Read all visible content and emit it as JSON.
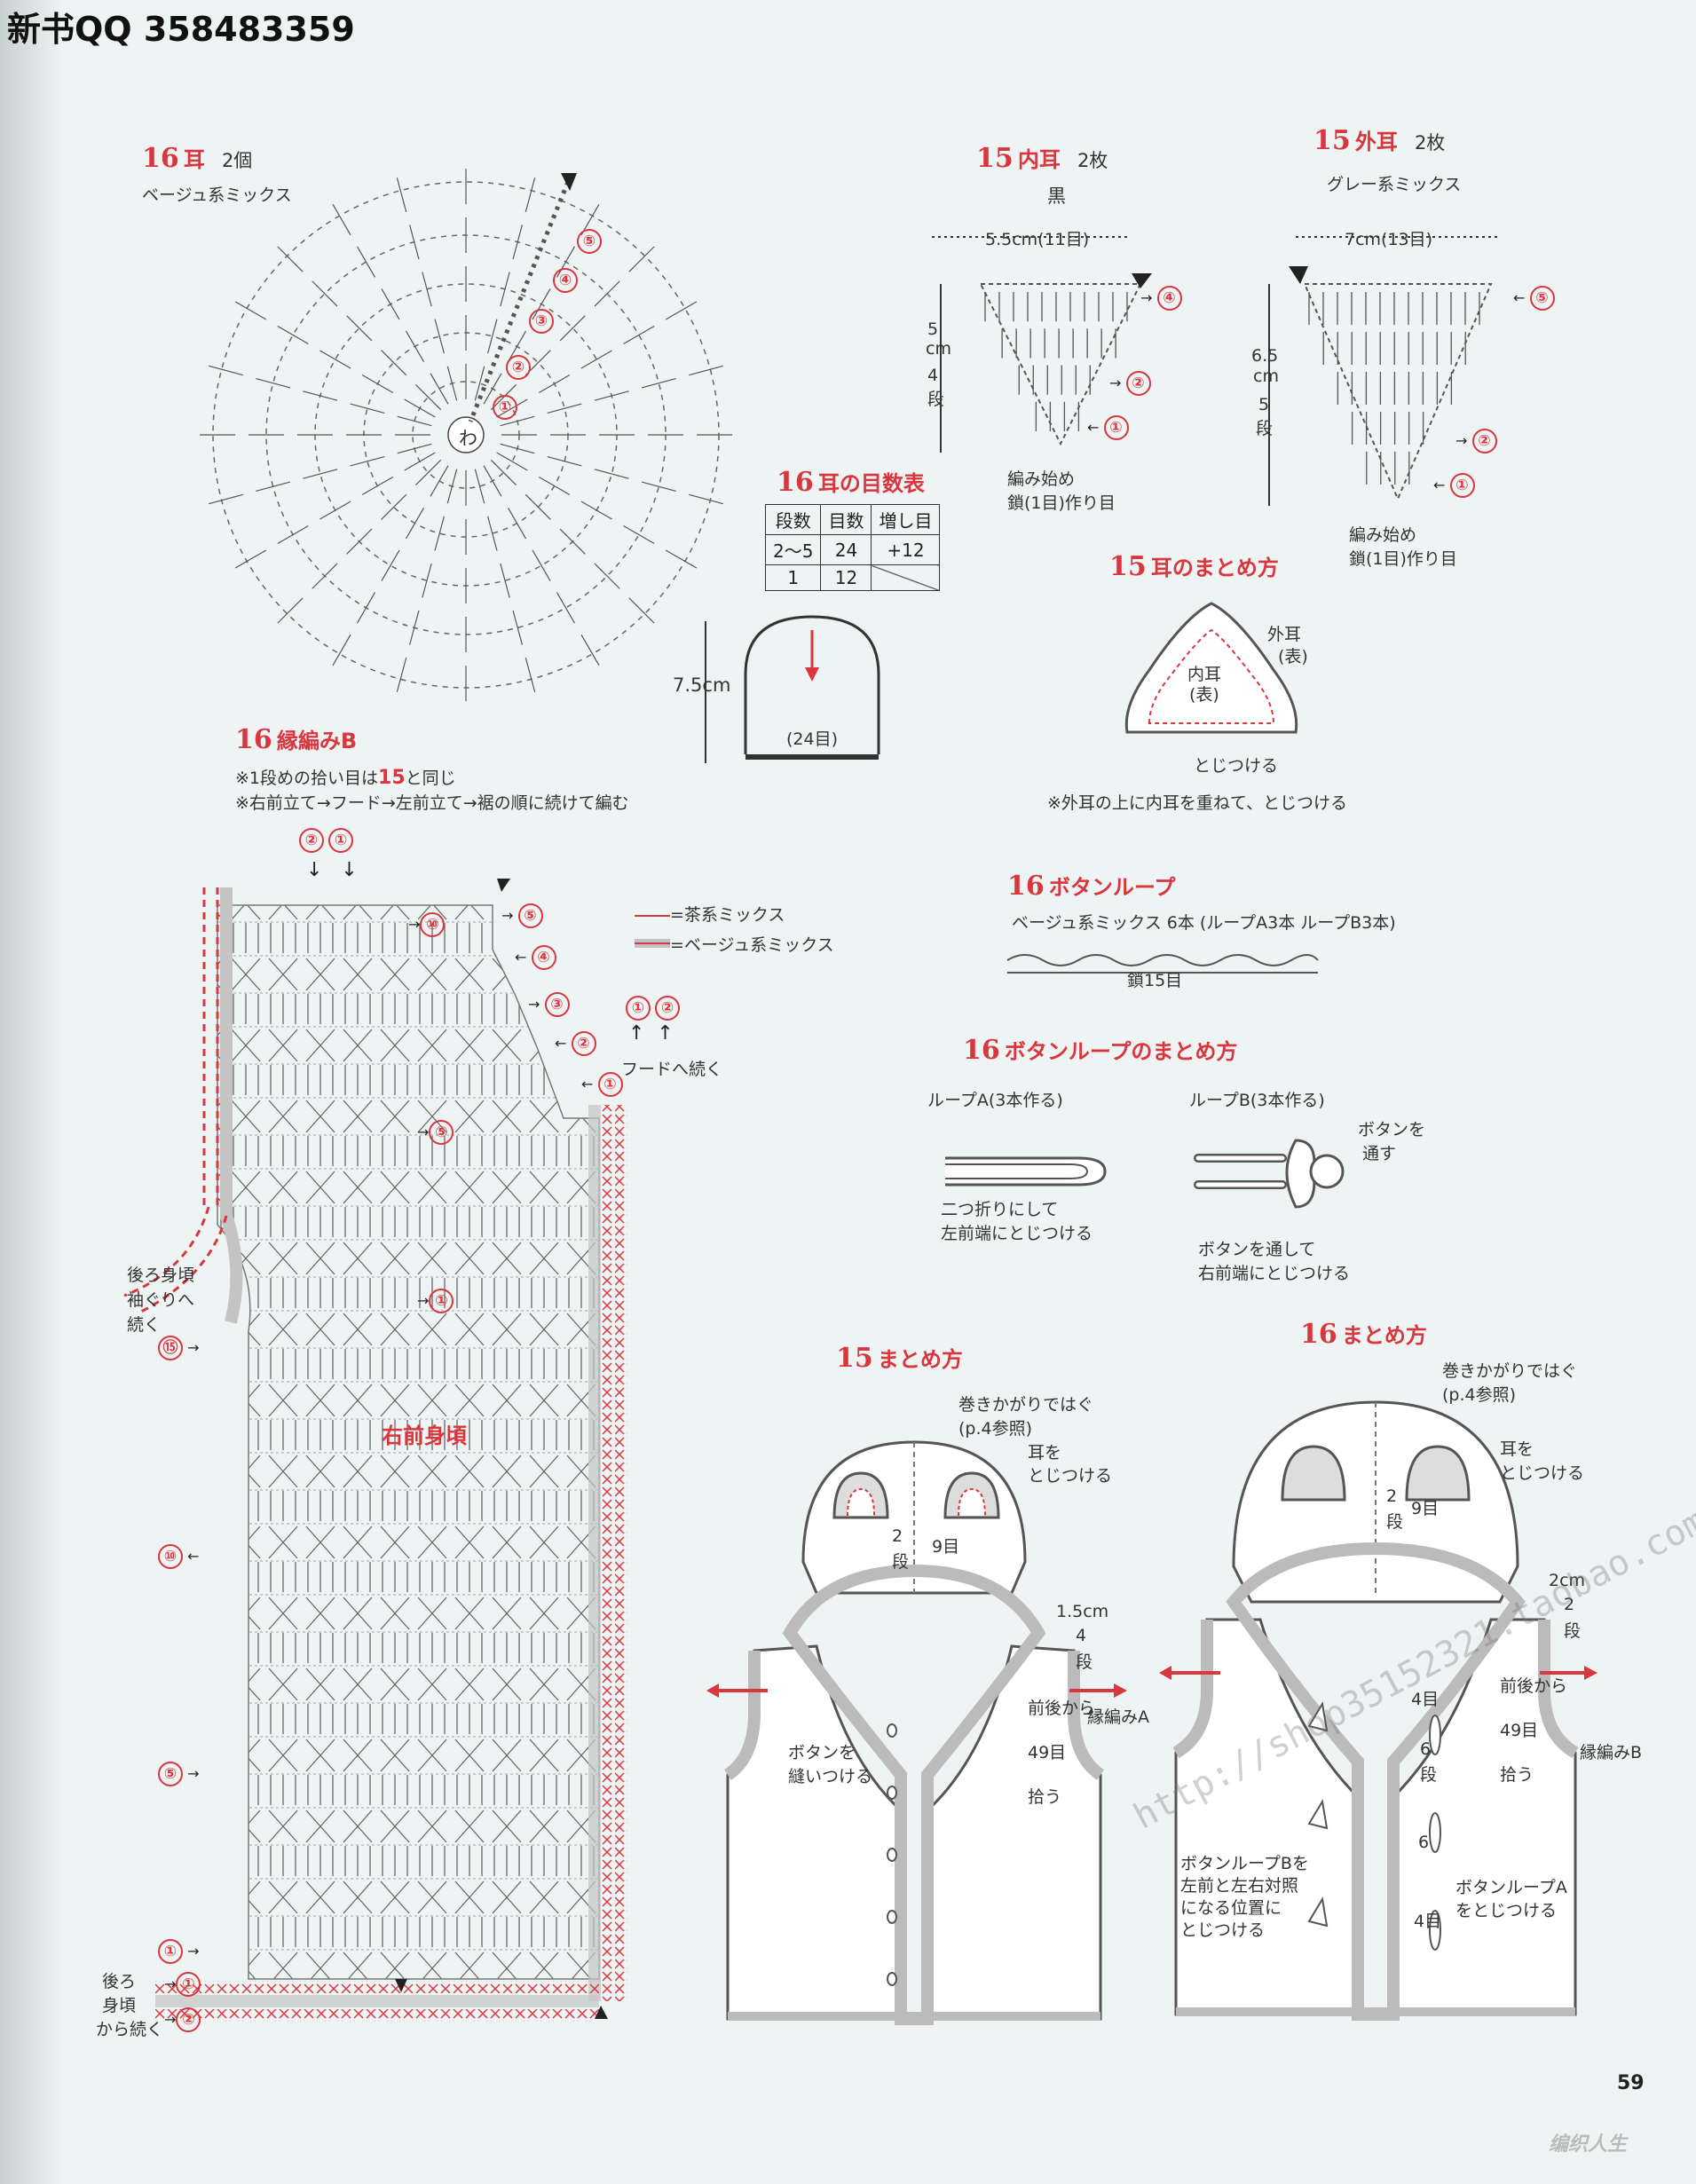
{
  "header": {
    "qq": "新书QQ 358483359"
  },
  "page_number": "59",
  "watermark": {
    "shop": "http://shop35152321.taobao.com",
    "logo": "编织人生"
  },
  "ear16": {
    "num": "16",
    "title": "耳",
    "count": "2個",
    "yarn": "ベージュ系ミックス",
    "center": "わ",
    "rows": [
      "①",
      "②",
      "③",
      "④",
      "⑤"
    ]
  },
  "ear_table": {
    "num": "16",
    "title": "耳の目数表",
    "headers": [
      "段数",
      "目数",
      "増し目"
    ],
    "rows": [
      [
        "2〜5",
        "24",
        "+12"
      ],
      [
        "1",
        "12",
        ""
      ]
    ]
  },
  "ear_shape16": {
    "height": "7.5cm",
    "width": "(24目)"
  },
  "inner15": {
    "num": "15",
    "title": "内耳",
    "count": "2枚",
    "yarn": "黒",
    "width": "5.5cm(11目)",
    "height_cm": "5",
    "height_unit": "cm",
    "height_rows": "4",
    "height_label": "段",
    "start_1": "編み始め",
    "start_2": "鎖(1目)作り目",
    "rows": [
      "①",
      "②",
      "④"
    ]
  },
  "outer15": {
    "num": "15",
    "title": "外耳",
    "count": "2枚",
    "yarn": "グレー系ミックス",
    "width": "7cm(13目)",
    "height_cm": "6.5",
    "height_unit": "cm",
    "height_rows": "5",
    "height_label": "段",
    "start_1": "編み始め",
    "start_2": "鎖(1目)作り目",
    "rows": [
      "①",
      "②",
      "⑤"
    ]
  },
  "ear_assembly15": {
    "num": "15",
    "title": "耳のまとめ方",
    "outer_1": "外耳",
    "outer_2": "(表)",
    "inner_1": "内耳",
    "inner_2": "(表)",
    "attach": "とじつける",
    "note": "※外耳の上に内耳を重ねて、とじつける"
  },
  "edging16": {
    "num": "16",
    "title": "縁編みB",
    "note1_pre": "※1段めの拾い目は",
    "note1_num": "15",
    "note1_post": "と同じ",
    "note2": "※右前立て→フード→左前立て→裾の順に続けて編む",
    "legend_brown": "=茶系ミックス",
    "legend_beige": "=ベージュ系ミックス",
    "label_body": "右前身頃",
    "label_hood": "フードへ続く",
    "label_back_armhole_1": "後ろ身頃",
    "label_back_armhole_2": "袖ぐりへ",
    "label_back_armhole_3": "続く",
    "label_back_1": "後ろ",
    "label_back_2": "身頃",
    "label_back_3": "から続く",
    "marks": {
      "m1": "①",
      "m2": "②",
      "m3": "③",
      "m4": "④",
      "m5": "⑤",
      "m10": "⑩",
      "m15": "⑮"
    }
  },
  "button_loop16": {
    "num": "16",
    "title": "ボタンループ",
    "desc": "ベージュ系ミックス 6本 (ループA3本 ループB3本)",
    "chain": "鎖15目"
  },
  "loop_assembly16": {
    "num": "16",
    "title": "ボタンループのまとめ方",
    "loopA": "ループA(3本作る)",
    "loopB": "ループB(3本作る)",
    "a_note_1": "二つ折りにして",
    "a_note_2": "左前端にとじつける",
    "b_pass_1": "ボタンを",
    "b_pass_2": "通す",
    "b_note_1": "ボタンを通して",
    "b_note_2": "右前端にとじつける"
  },
  "assembly15": {
    "num": "15",
    "title": "まとめ方",
    "seam_1": "巻きかがりではぐ",
    "seam_2": "(p.4参照)",
    "ear_attach_1": "耳を",
    "ear_attach_2": "とじつける",
    "rows2": "2",
    "rows2_label": "段",
    "sts9": "9目",
    "edge_cm": "1.5cm",
    "edge_rows": "4",
    "edge_rows_label": "段",
    "pick_1": "前後から",
    "pick_2": "49目",
    "pick_3": "拾う",
    "edging": "縁編みA",
    "button_1": "ボタンを",
    "button_2": "縫いつける"
  },
  "assembly16": {
    "num": "16",
    "title": "まとめ方",
    "seam_1": "巻きかがりではぐ",
    "seam_2": "(p.4参照)",
    "ear_attach_1": "耳を",
    "ear_attach_2": "とじつける",
    "rows2": "2",
    "rows2_label": "段",
    "sts9": "9目",
    "edge_cm": "2cm",
    "edge_rows": "2",
    "edge_rows_label": "段",
    "pick_1": "前後から",
    "pick_2": "49目",
    "pick_3": "拾う",
    "edging": "縁編みB",
    "r4": "4目",
    "r6a": "6",
    "r6b": "6",
    "r4b": "4目",
    "rows_label": "段",
    "loopB_1": "ボタンループBを",
    "loopB_2": "左前と左右対照",
    "loopB_3": "になる位置に",
    "loopB_4": "とじつける",
    "loopA_1": "ボタンループA",
    "loopA_2": "をとじつける"
  }
}
